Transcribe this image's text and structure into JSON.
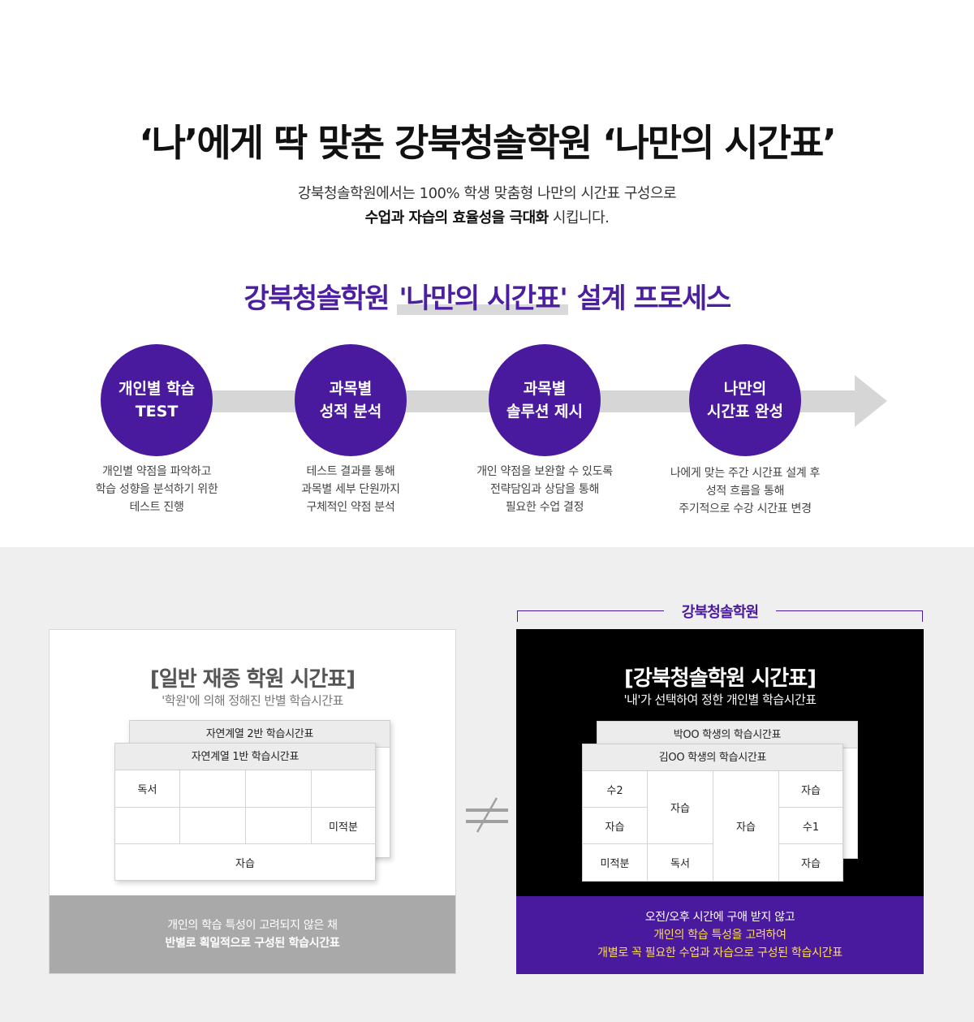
{
  "hero": {
    "title": "‘나’에게 딱 맞춘 강북청솔학원 ‘나만의 시간표’",
    "sub_line1": "강북청솔학원에서는 100% 학생 맞춤형 나만의 시간표 구성으로",
    "sub_line2_bold": "수업과 자습의 효율성을 극대화",
    "sub_line2_rest": " 시킵니다."
  },
  "process": {
    "title_pre": "강북청솔학원 ",
    "title_highlight": "'나만의 시간표'",
    "title_post": " 설계 프로세스",
    "steps": [
      {
        "line1": "개인별 학습",
        "line2": "TEST",
        "desc1": "개인별 약점을 파악하고",
        "desc2": "학습 성향을 분석하기 위한",
        "desc3": "테스트 진행"
      },
      {
        "line1": "과목별",
        "line2": "성적 분석",
        "desc1": "테스트 결과를 통해",
        "desc2": "과목별 세부 단원까지",
        "desc3": "구체적인 약점 분석"
      },
      {
        "line1": "과목별",
        "line2": "솔루션 제시",
        "desc1": "개인 약점을 보완할 수 있도록",
        "desc2": "전략담임과 상담을 통해",
        "desc3": "필요한 수업 결정"
      },
      {
        "line1": "나만의",
        "line2": "시간표 완성",
        "desc1": "나에게 맞는 주간 시간표 설계 후",
        "desc2": "성적 흐름을 통해",
        "desc3": "주기적으로 수강 시간표 변경"
      }
    ]
  },
  "compare": {
    "left": {
      "title": "[일반 재종 학원 시간표]",
      "sub": "'학원'에 의해 정해진 반별 학습시간표",
      "back_table_title": "자연계열 2반 학습시간표",
      "front_table_title": "자연계열 1반 학습시간표",
      "cells": {
        "r1c1": "독서",
        "r2c4": "미적분",
        "r3": "자습"
      },
      "foot1": "개인의 학습 특성이 고려되지 않은 채",
      "foot2": "반별로 획일적으로 구성된 학습시간표"
    },
    "brand_label": "강북청솔학원",
    "right": {
      "title": "[강북청솔학원 시간표]",
      "sub": "'내'가 선택하여 정한 개인별 학습시간표",
      "back_table_title": "박OO 학생의 학습시간표",
      "front_table_title": "김OO 학생의 학습시간표",
      "cells": {
        "c1r1": "수2",
        "c1r2": "자습",
        "c1r3": "미적분",
        "c2top": "자습",
        "c2r3": "독서",
        "c3": "자습",
        "c4r1": "자습",
        "c4r2": "수1",
        "c4r3": "자습"
      },
      "foot1": "오전/오후 시간에 구애 받지 않고",
      "foot2": "개인의 학습 특성을 고려하여",
      "foot3": "개별로 꼭 필요한 수업과 자습으로 구성된 학습시간표"
    }
  },
  "colors": {
    "brand_purple": "#4a1a9e",
    "arrow_gray": "#d6d6d6",
    "highlight_yellow": "#ffdd55"
  }
}
